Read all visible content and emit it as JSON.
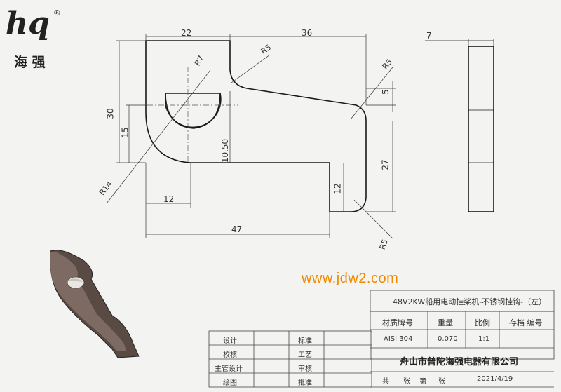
{
  "logo": {
    "mark": "hq",
    "registered": "®",
    "brand_cn": "海 强"
  },
  "watermark": "www.jdw2.com",
  "dimensions": {
    "d22": "22",
    "d36": "36",
    "d7": "7",
    "r5_top": "R5",
    "r7": "R7",
    "r5_right": "R5",
    "r5_bottom": "R5",
    "r14": "R14",
    "d30": "30",
    "d15": "15",
    "d10_50": "10.50",
    "d5": "5",
    "d27": "27",
    "d12_vert": "12",
    "d12_horiz": "12",
    "d47": "47"
  },
  "title_block": {
    "part_name": "48V2KW船用电动挂桨机-不锈钢挂钩-（左）",
    "hdr_material": "材质牌号",
    "hdr_weight": "重量",
    "hdr_scale": "比例",
    "hdr_archive": "存档 编号",
    "material": "AISI 304",
    "weight": "0.070",
    "scale": "1:1",
    "company": "舟山市普陀海强电器有限公司",
    "sheet_total": "共",
    "sheet_unit1": "张",
    "sheet_no": "第",
    "sheet_unit2": "张",
    "date": "2021/4/19",
    "rows": [
      {
        "left": "设计",
        "right": "标准"
      },
      {
        "left": "校核",
        "right": "工艺"
      },
      {
        "left": "主管设计",
        "right": "审核"
      },
      {
        "left": "绘图",
        "right": "批准"
      }
    ]
  }
}
